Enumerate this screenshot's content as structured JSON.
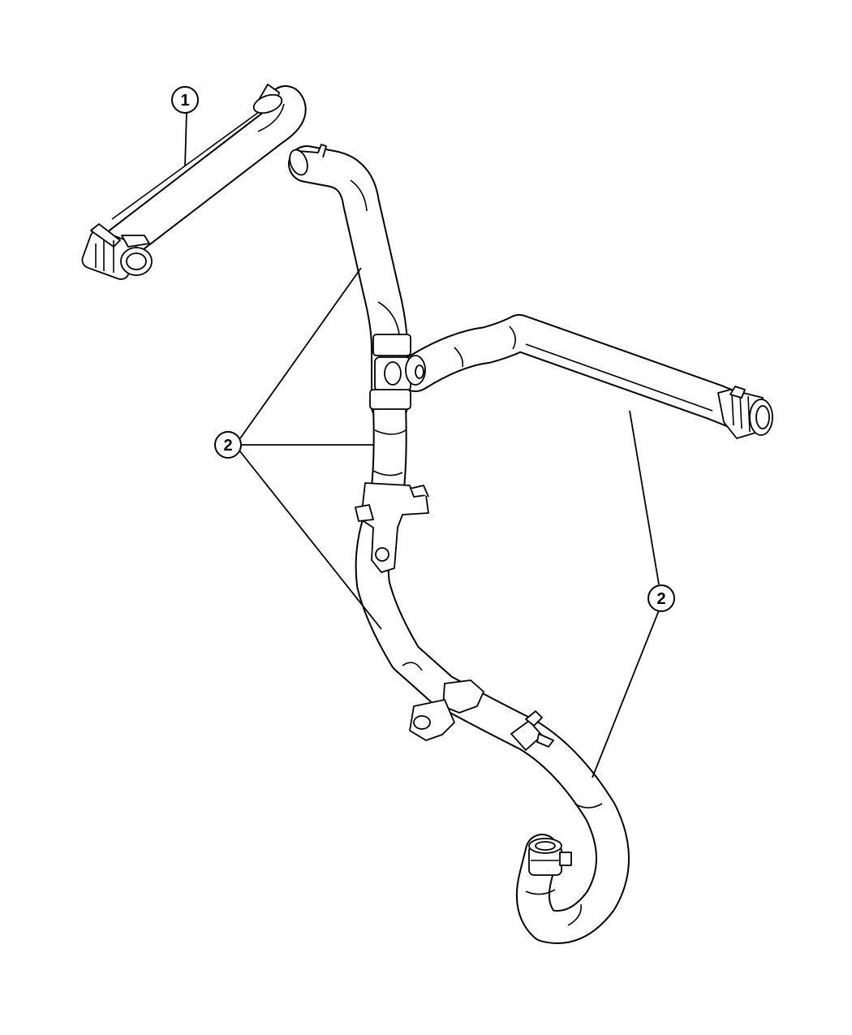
{
  "callouts": [
    {
      "id": "c1",
      "label": "1"
    },
    {
      "id": "c2a",
      "label": "2"
    },
    {
      "id": "c2b",
      "label": "2"
    }
  ]
}
